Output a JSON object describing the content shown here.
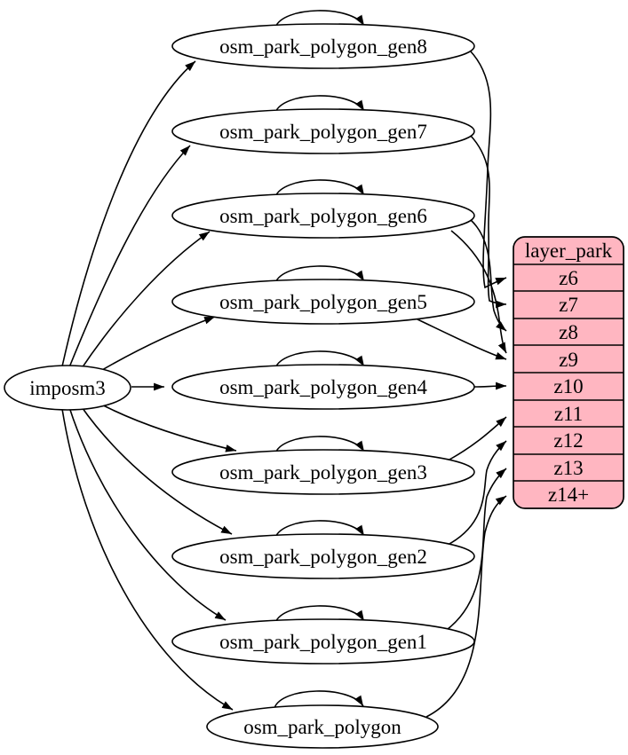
{
  "diagram": {
    "background_color": "#ffffff",
    "source": {
      "label": "imposm3"
    },
    "tables": [
      {
        "label": "osm_park_polygon_gen8"
      },
      {
        "label": "osm_park_polygon_gen7"
      },
      {
        "label": "osm_park_polygon_gen6"
      },
      {
        "label": "osm_park_polygon_gen5"
      },
      {
        "label": "osm_park_polygon_gen4"
      },
      {
        "label": "osm_park_polygon_gen3"
      },
      {
        "label": "osm_park_polygon_gen2"
      },
      {
        "label": "osm_park_polygon_gen1"
      },
      {
        "label": "osm_park_polygon"
      }
    ],
    "layer": {
      "title": "layer_park",
      "rows": [
        "z6",
        "z7",
        "z8",
        "z9",
        "z10",
        "z11",
        "z12",
        "z13",
        "z14+"
      ],
      "fill_color": "#ffb6c1",
      "stroke_color": "#000000"
    },
    "node_style": {
      "fill_color": "#ffffff",
      "stroke_color": "#000000"
    },
    "edges": {
      "from_source": [
        "osm_park_polygon_gen8",
        "osm_park_polygon_gen7",
        "osm_park_polygon_gen6",
        "osm_park_polygon_gen5",
        "osm_park_polygon_gen4",
        "osm_park_polygon_gen3",
        "osm_park_polygon_gen2",
        "osm_park_polygon_gen1",
        "osm_park_polygon"
      ],
      "self_loops": [
        "osm_park_polygon_gen8",
        "osm_park_polygon_gen7",
        "osm_park_polygon_gen6",
        "osm_park_polygon_gen5",
        "osm_park_polygon_gen4",
        "osm_park_polygon_gen3",
        "osm_park_polygon_gen2",
        "osm_park_polygon_gen1",
        "osm_park_polygon"
      ],
      "to_layer": [
        {
          "from": "osm_park_polygon_gen8",
          "to": "z6"
        },
        {
          "from": "osm_park_polygon_gen7",
          "to": "z7"
        },
        {
          "from": "osm_park_polygon_gen6",
          "to": "z8"
        },
        {
          "from": "osm_park_polygon_gen6",
          "to": "z9"
        },
        {
          "from": "osm_park_polygon_gen5",
          "to": "z9"
        },
        {
          "from": "osm_park_polygon_gen4",
          "to": "z10"
        },
        {
          "from": "osm_park_polygon_gen3",
          "to": "z11"
        },
        {
          "from": "osm_park_polygon_gen2",
          "to": "z12"
        },
        {
          "from": "osm_park_polygon_gen1",
          "to": "z13"
        },
        {
          "from": "osm_park_polygon",
          "to": "z14+"
        }
      ]
    }
  }
}
